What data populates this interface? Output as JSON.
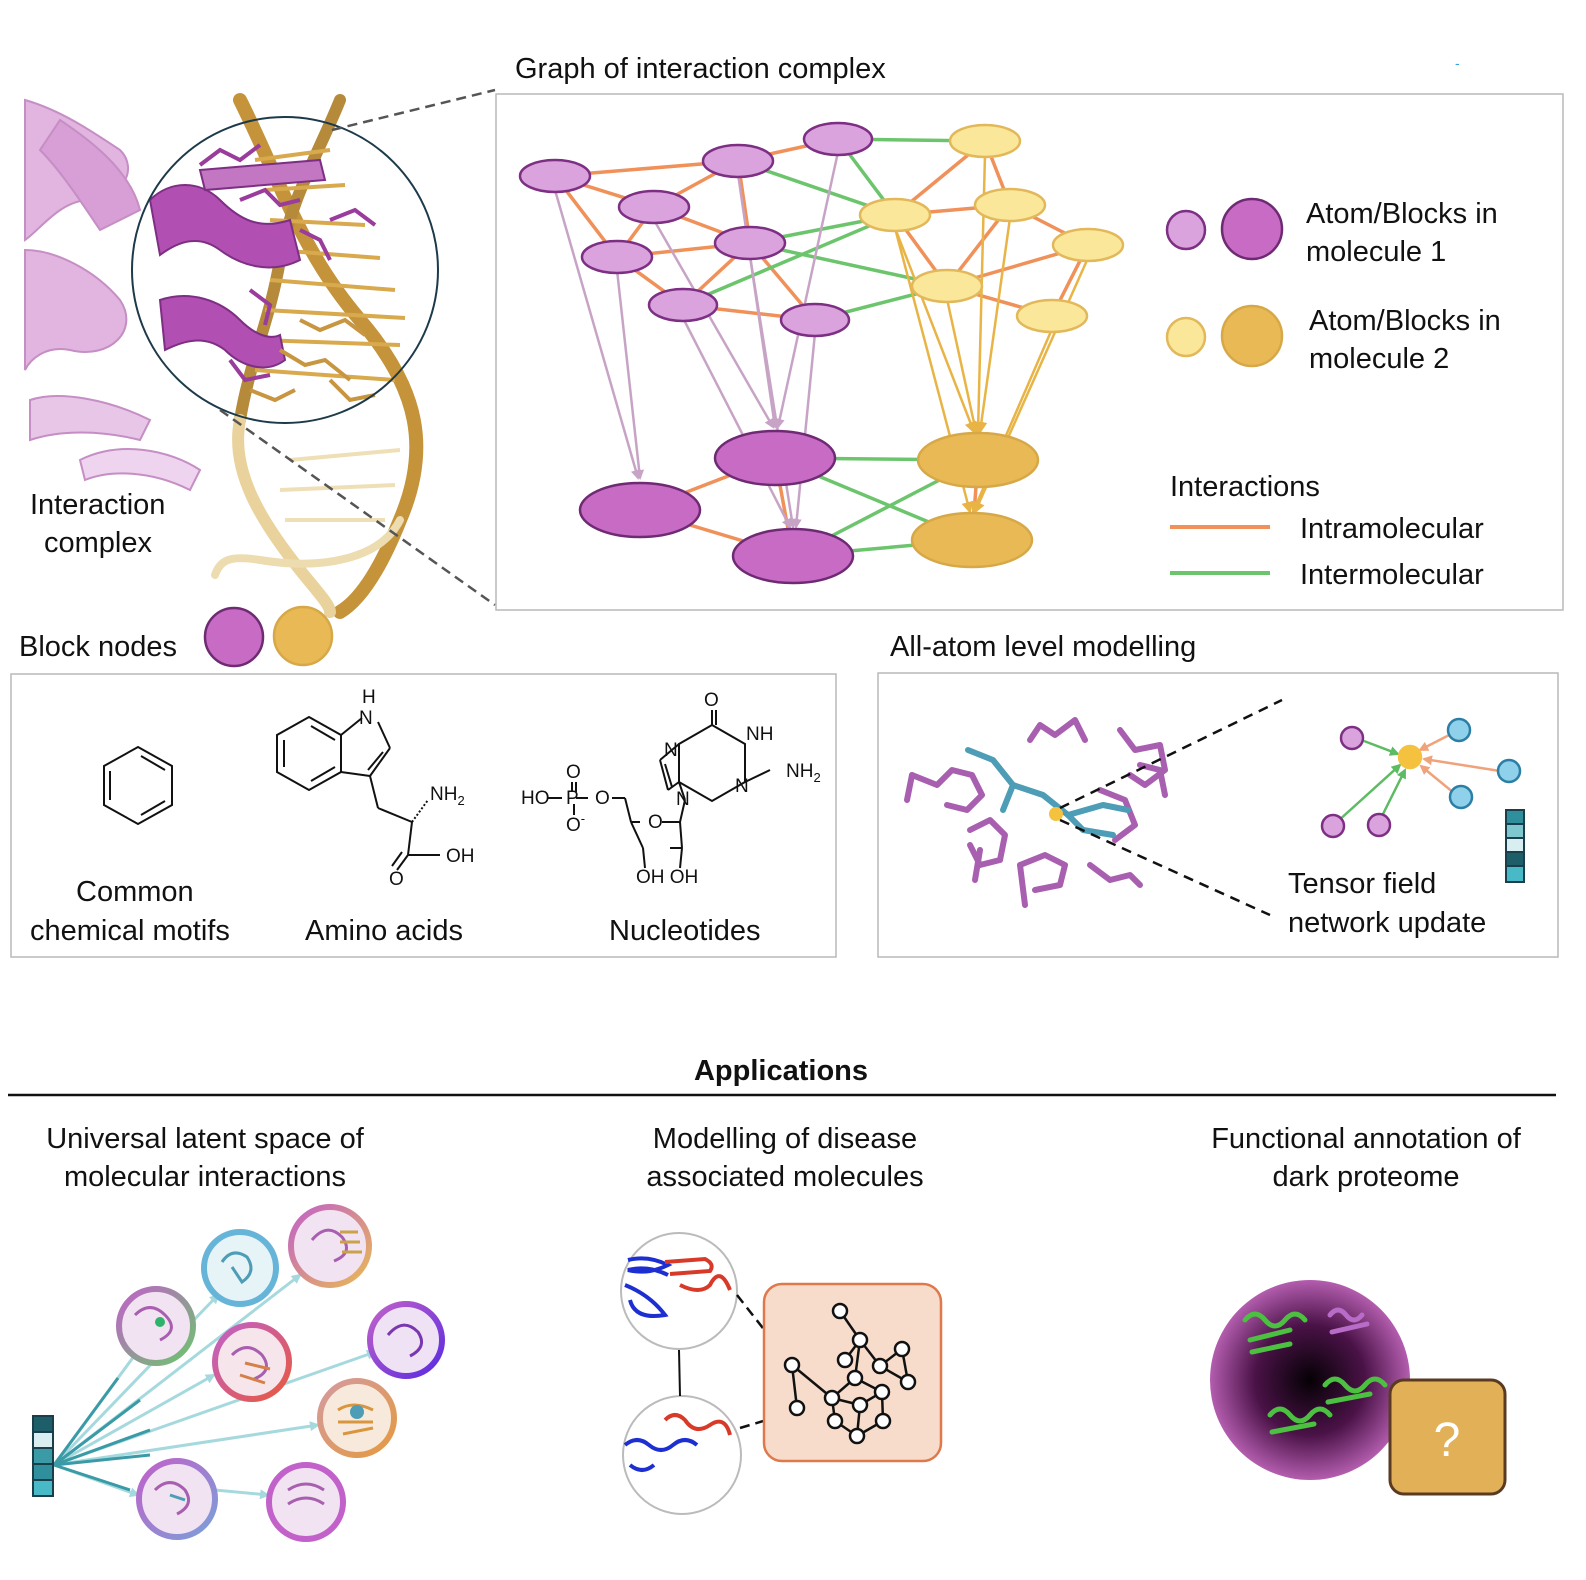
{
  "colors": {
    "mol1_light": "#dba3dd",
    "mol1_dark": "#c76bc4",
    "mol1_stroke": "#7d2f83",
    "mol2_light": "#fbe79a",
    "mol2_dark": "#e9b955",
    "mol2_stroke": "#d0a040",
    "intra": "#f0915a",
    "inter": "#6cc56d",
    "arrow_mol1": "#c7a4c6",
    "arrow_mol2": "#e9b446",
    "teal": "#3a9aa6",
    "blue_node": "#8fd0ea",
    "question_box": "#e2b057",
    "disease_box": "#f7dccb",
    "disease_box_border": "#e0784a"
  },
  "icons": {
    "cube": "cube-icon",
    "feature_vector": "feature-vector-icon",
    "question": "question-icon"
  },
  "top_left": {
    "label_line1": "Interaction",
    "label_line2": "complex"
  },
  "graph": {
    "title": "Graph of interaction complex",
    "legend": {
      "mol1_line1": "Atom/Blocks in",
      "mol1_line2": "molecule 1",
      "mol2_line1": "Atom/Blocks in",
      "mol2_line2": "molecule 2",
      "interactions_title": "Interactions",
      "intra_label": "Intramolecular",
      "inter_label": "Intermolecular"
    }
  },
  "block_nodes": {
    "title": "Block nodes",
    "motifs_line1": "Common",
    "motifs_line2": "chemical motifs",
    "amino_acids": "Amino acids",
    "nucleotides": "Nucleotides",
    "chem_labels": {
      "indole_h": "H",
      "indole_n": "N",
      "nh2": "NH",
      "nh2_sub": "2",
      "oh": "OH",
      "o": "O",
      "nuc_o_top": "O",
      "nuc_nh": "NH",
      "nuc_n": "N",
      "nuc_nh2": "NH",
      "nuc_nh2_sub": "2",
      "phosphate_ho": "HO",
      "phosphate_p": "P",
      "phosphate_o": "O",
      "phosphate_o_minus": "O",
      "minus": "-",
      "ring_o": "O",
      "oh_oh": "OH OH"
    }
  },
  "all_atom": {
    "title": "All-atom level modelling",
    "update_line1": "Tensor field",
    "update_line2": "network update"
  },
  "applications": {
    "title": "Applications",
    "col1_line1": "Universal latent space of",
    "col1_line2": "molecular interactions",
    "col2_line1": "Modelling of disease",
    "col2_line2": "associated molecules",
    "col3_line1": "Functional annotation of",
    "col3_line2": "dark proteome",
    "question_mark": "?"
  }
}
